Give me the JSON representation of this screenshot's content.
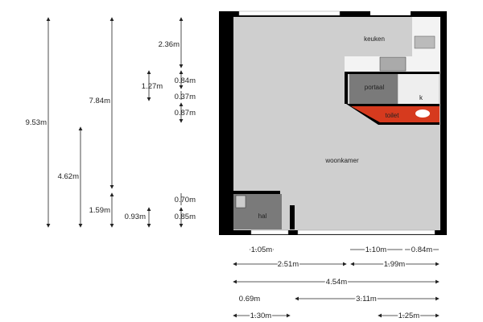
{
  "rooms": {
    "keuken": "keuken",
    "portaal": "portaal",
    "kast": "k",
    "toilet": "toilet",
    "woonkamer": "woonkamer",
    "hal": "hal"
  },
  "vertical_dims": {
    "total": "9.53m",
    "upper": "7.84m",
    "lower": "4.62m",
    "hal": "1.59m",
    "keuken": "2.36m",
    "portaal_a": "0.84m",
    "portaal_b": "1.27m",
    "kast": "0.37m",
    "toilet": "0.87m",
    "hal_top": "0.70m",
    "hal_mid": "0.93m",
    "hal_bottom": "0.85m"
  },
  "horizontal_dims": {
    "r1_left": "1.05m",
    "r1_mid": "1.10m",
    "r1_right": "0.84m",
    "r2_left": "2.51m",
    "r2_right": "1.99m",
    "total": "4.54m",
    "r4_left": "0.69m",
    "r4_right": "3.11m",
    "r5_left": "1.30m",
    "r5_right": "1.25m"
  },
  "colors": {
    "wall": "#000000",
    "floor": "#cfcfcf",
    "dark_room": "#7a7a7a",
    "toilet": "#d63a1e"
  }
}
